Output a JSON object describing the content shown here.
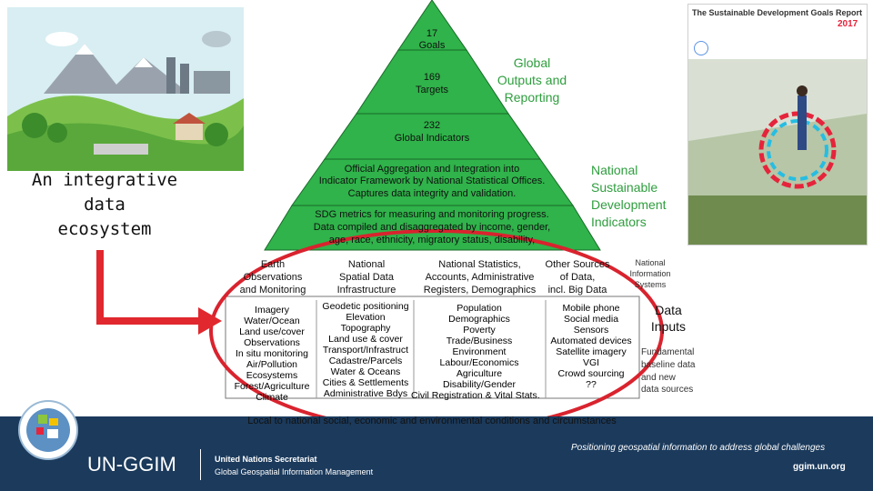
{
  "pyramid": {
    "tier1": [
      "17",
      "Goals"
    ],
    "tier2": [
      "169",
      "Targets"
    ],
    "tier3": [
      "232",
      "Global Indicators"
    ],
    "tier4": [
      "Official Aggregation and Integration into",
      "Indicator Framework by National Statistical Offices.",
      "Captures data integrity and validation."
    ],
    "tier5": [
      "SDG metrics for measuring and monitoring progress.",
      "Data compiled and disaggregated by income, gender,",
      "age, race, ethnicity, migratory status, disability,"
    ]
  },
  "global_outputs": [
    "Global",
    "Outputs and",
    "Reporting"
  ],
  "national_indicators": [
    "National",
    "Sustainable",
    "Development",
    "Indicators"
  ],
  "ecosystem_label": [
    "An integrative",
    "data",
    "ecosystem"
  ],
  "categories": {
    "earth": [
      "Earth",
      "Observations",
      "and Monitoring"
    ],
    "spatial": [
      "National",
      "Spatial Data",
      "Infrastructure"
    ],
    "statistics": [
      "National Statistics,",
      "Accounts, Administrative",
      "Registers, Demographics"
    ],
    "other": [
      "Other Sources",
      "of Data,",
      "incl. Big Data"
    ]
  },
  "nis_label": [
    "National",
    "Information",
    "Systems"
  ],
  "columns": {
    "col1": [
      "Imagery",
      "Water/Ocean",
      "Land use/cover",
      "Observations",
      "In situ monitoring",
      "Air/Pollution",
      "Ecosystems",
      "Forest/Agriculture",
      "Climate"
    ],
    "col2": [
      "Geodetic positioning",
      "Elevation",
      "Topography",
      "Land use & cover",
      "Transport/Infrastruct",
      "Cadastre/Parcels",
      "Water & Oceans",
      "Cities & Settlements",
      "Administrative Bdys"
    ],
    "col3": [
      "Population",
      "Demographics",
      "Poverty",
      "Trade/Business",
      "Environment",
      "Labour/Economics",
      "Agriculture",
      "Disability/Gender",
      "Civil Registration & Vital Stats."
    ],
    "col4": [
      "Mobile phone",
      "Social media",
      "Sensors",
      "Automated devices",
      "Satellite imagery",
      "VGI",
      "Crowd sourcing",
      "??"
    ]
  },
  "data_inputs": [
    "Data",
    "Inputs"
  ],
  "fundamental": [
    "Fundamental",
    "baseline data",
    "and new",
    "data sources"
  ],
  "local_text": "Local to national social, economic and environmental conditions and circumstances",
  "report": {
    "title": "The Sustainable Development Goals Report",
    "year": "2017"
  },
  "footer": {
    "tagline": "Positioning geospatial information to address global challenges",
    "logo_text": "UN-GGIM",
    "secretariat": "United Nations Secretariat",
    "subtitle": "Global Geospatial Information Management",
    "url": "ggim.un.org"
  },
  "colors": {
    "pyramid_green": "#2fb34a",
    "pyramid_dark": "#1f8f36",
    "outputs_green": "#2e9e3e",
    "national_green": "#2e9e3e",
    "ellipse_red": "#d9232e",
    "arrow_red": "#e0282e",
    "footer_navy": "#1b3a5c"
  }
}
